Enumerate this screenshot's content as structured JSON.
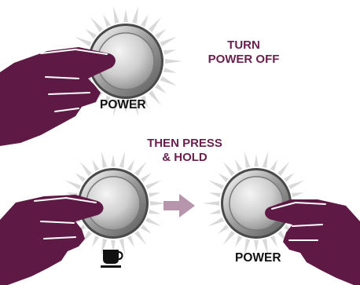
{
  "colors": {
    "accent": "#6a1f4d",
    "hand": "#5e1a45",
    "arrow": "#b795ad",
    "rays": "#d9d9d9",
    "label_dark": "#111111"
  },
  "step1": {
    "text_line1": "TURN",
    "text_line2": "POWER OFF",
    "button_label": "POWER",
    "button_icon": "power-button"
  },
  "step2": {
    "text_line1": "THEN PRESS",
    "text_line2": "& HOLD",
    "left_button_icon": "coffee-cup-icon",
    "right_button_label": "POWER",
    "arrow_icon": "arrow-right-icon"
  }
}
